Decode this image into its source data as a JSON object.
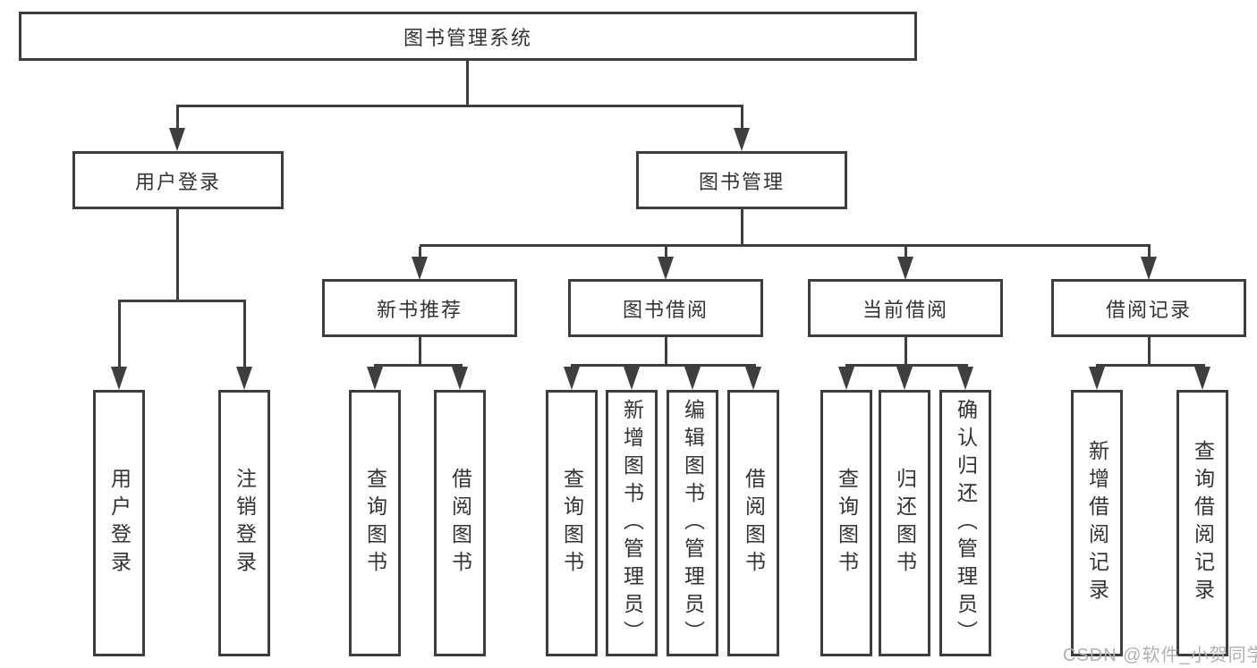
{
  "nodes": {
    "root": {
      "label": "图书管理系统"
    },
    "level2": [
      {
        "label": "用户登录"
      },
      {
        "label": "图书管理"
      }
    ],
    "level3": [
      {
        "label": "新书推荐"
      },
      {
        "label": "图书借阅"
      },
      {
        "label": "当前借阅"
      },
      {
        "label": "借阅记录"
      }
    ],
    "leaves": [
      {
        "label": "用户登录"
      },
      {
        "label": "注销登录"
      },
      {
        "label": "查询图书"
      },
      {
        "label": "借阅图书"
      },
      {
        "label": "查询图书"
      },
      {
        "label": "新增图书（管理员）"
      },
      {
        "label": "编辑图书（管理员）"
      },
      {
        "label": "借阅图书"
      },
      {
        "label": "查询图书"
      },
      {
        "label": "归还图书"
      },
      {
        "label": "确认归还（管理员）"
      },
      {
        "label": "新增借阅记录"
      },
      {
        "label": "查询借阅记录"
      }
    ]
  },
  "watermark": {
    "text": "CSDN @软件_小贺同学"
  },
  "colors": {
    "line": "#3e3e3e",
    "fill": "#ffffff",
    "text": "#333333",
    "watermark": "#b0b0b0",
    "bg": "#ffffff"
  }
}
